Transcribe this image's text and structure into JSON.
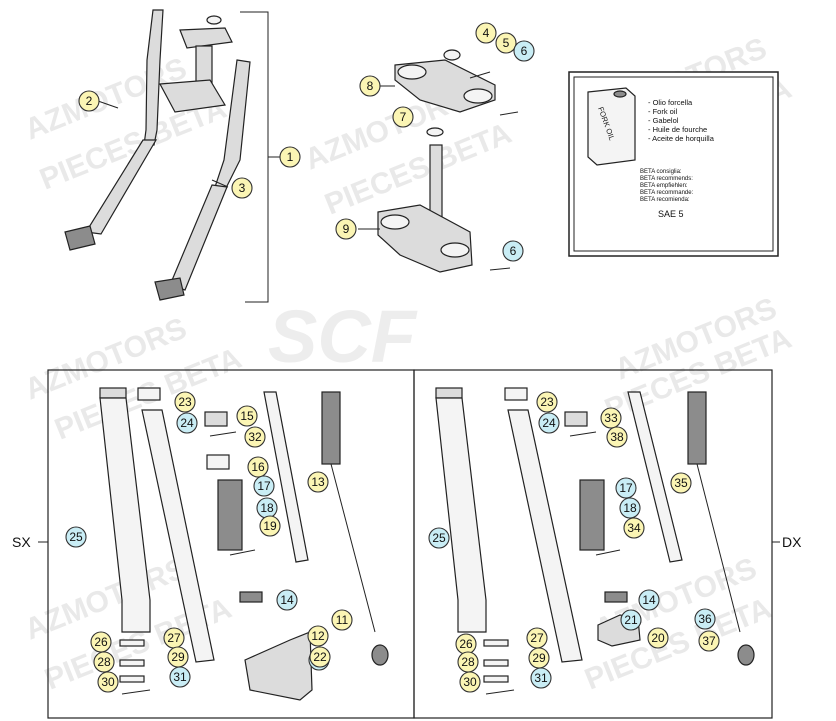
{
  "watermark": {
    "line1": "AZMOTORS",
    "line2": "PIECES BETA",
    "center": "SCF"
  },
  "side_labels": {
    "left": "SX",
    "right": "DX"
  },
  "oil_box": {
    "can_label": "FORK OIL",
    "oil_names": [
      "- Olio forcella",
      "- Fork oil",
      "- Gabelol",
      "- Huile de fourche",
      "- Aceite de horquilla"
    ],
    "recommend": [
      "BETA consiglia:",
      "BETA recommends:",
      "BETA empfiehlen:",
      "BETA recommande:",
      "BETA recomienda:"
    ],
    "grade": "SAE 5"
  },
  "tags": [
    {
      "n": "1",
      "c": "y"
    },
    {
      "n": "2",
      "c": "y"
    },
    {
      "n": "3",
      "c": "y"
    },
    {
      "n": "4",
      "c": "y"
    },
    {
      "n": "5",
      "c": "y"
    },
    {
      "n": "6",
      "c": "b"
    },
    {
      "n": "7",
      "c": "y"
    },
    {
      "n": "8",
      "c": "y"
    },
    {
      "n": "9",
      "c": "y"
    },
    {
      "n": "6",
      "c": "b"
    },
    {
      "n": "23",
      "c": "y"
    },
    {
      "n": "24",
      "c": "b"
    },
    {
      "n": "15",
      "c": "y"
    },
    {
      "n": "32",
      "c": "y"
    },
    {
      "n": "16",
      "c": "y"
    },
    {
      "n": "17",
      "c": "b"
    },
    {
      "n": "18",
      "c": "b"
    },
    {
      "n": "19",
      "c": "y"
    },
    {
      "n": "13",
      "c": "y"
    },
    {
      "n": "25",
      "c": "b"
    },
    {
      "n": "14",
      "c": "b"
    },
    {
      "n": "11",
      "c": "y"
    },
    {
      "n": "12",
      "c": "y"
    },
    {
      "n": "21",
      "c": "b"
    },
    {
      "n": "22",
      "c": "y"
    },
    {
      "n": "26",
      "c": "y"
    },
    {
      "n": "27",
      "c": "y"
    },
    {
      "n": "28",
      "c": "y"
    },
    {
      "n": "29",
      "c": "y"
    },
    {
      "n": "30",
      "c": "y"
    },
    {
      "n": "31",
      "c": "b"
    },
    {
      "n": "23",
      "c": "y"
    },
    {
      "n": "24",
      "c": "b"
    },
    {
      "n": "33",
      "c": "y"
    },
    {
      "n": "38",
      "c": "y"
    },
    {
      "n": "17",
      "c": "b"
    },
    {
      "n": "35",
      "c": "y"
    },
    {
      "n": "18",
      "c": "b"
    },
    {
      "n": "34",
      "c": "y"
    },
    {
      "n": "25",
      "c": "b"
    },
    {
      "n": "14",
      "c": "b"
    },
    {
      "n": "21",
      "c": "b"
    },
    {
      "n": "20",
      "c": "y"
    },
    {
      "n": "36",
      "c": "b"
    },
    {
      "n": "37",
      "c": "y"
    },
    {
      "n": "26",
      "c": "y"
    },
    {
      "n": "27",
      "c": "y"
    },
    {
      "n": "28",
      "c": "y"
    },
    {
      "n": "29",
      "c": "y"
    },
    {
      "n": "30",
      "c": "y"
    },
    {
      "n": "31",
      "c": "b"
    }
  ]
}
